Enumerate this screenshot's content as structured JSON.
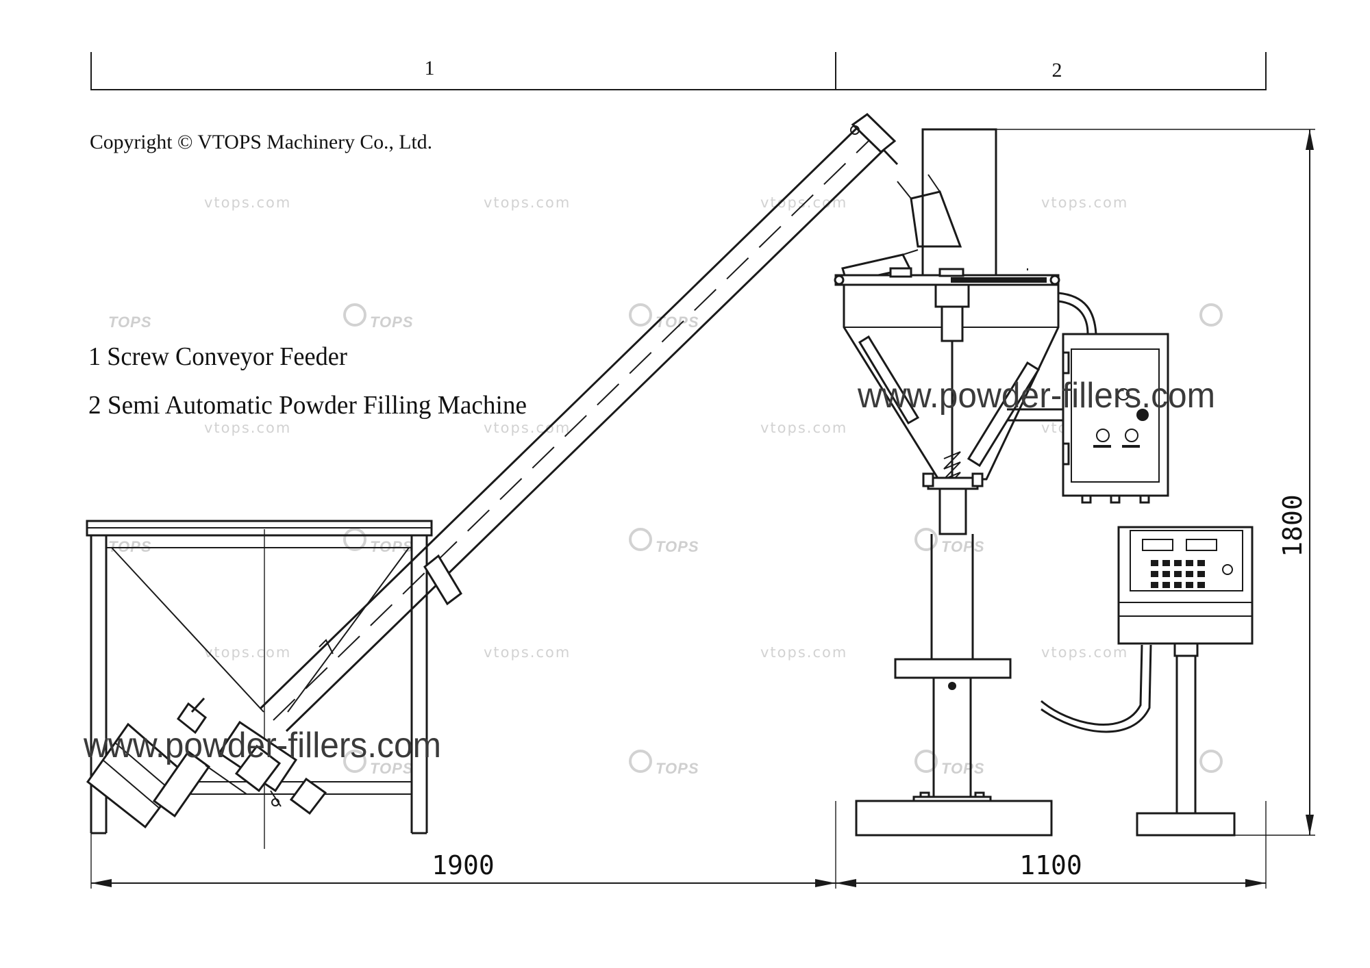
{
  "header": {
    "zone_1": "1",
    "zone_2": "2"
  },
  "copyright": "Copyright © VTOPS Machinery Co., Ltd.",
  "legend": {
    "item_1": "1 Screw Conveyor Feeder",
    "item_2": "2 Semi Automatic Powder Filling Machine"
  },
  "dimensions": {
    "conveyor_width": "1900",
    "filler_width": "1100",
    "filler_height": "1800"
  },
  "watermarks": {
    "domain_small": "vtops.com",
    "logo_word": "TOPS",
    "site_url": "www.powder-fillers.com"
  },
  "colors": {
    "ink": "#1a1a1a",
    "watermark": "#d2d2d2",
    "background": "#ffffff"
  }
}
